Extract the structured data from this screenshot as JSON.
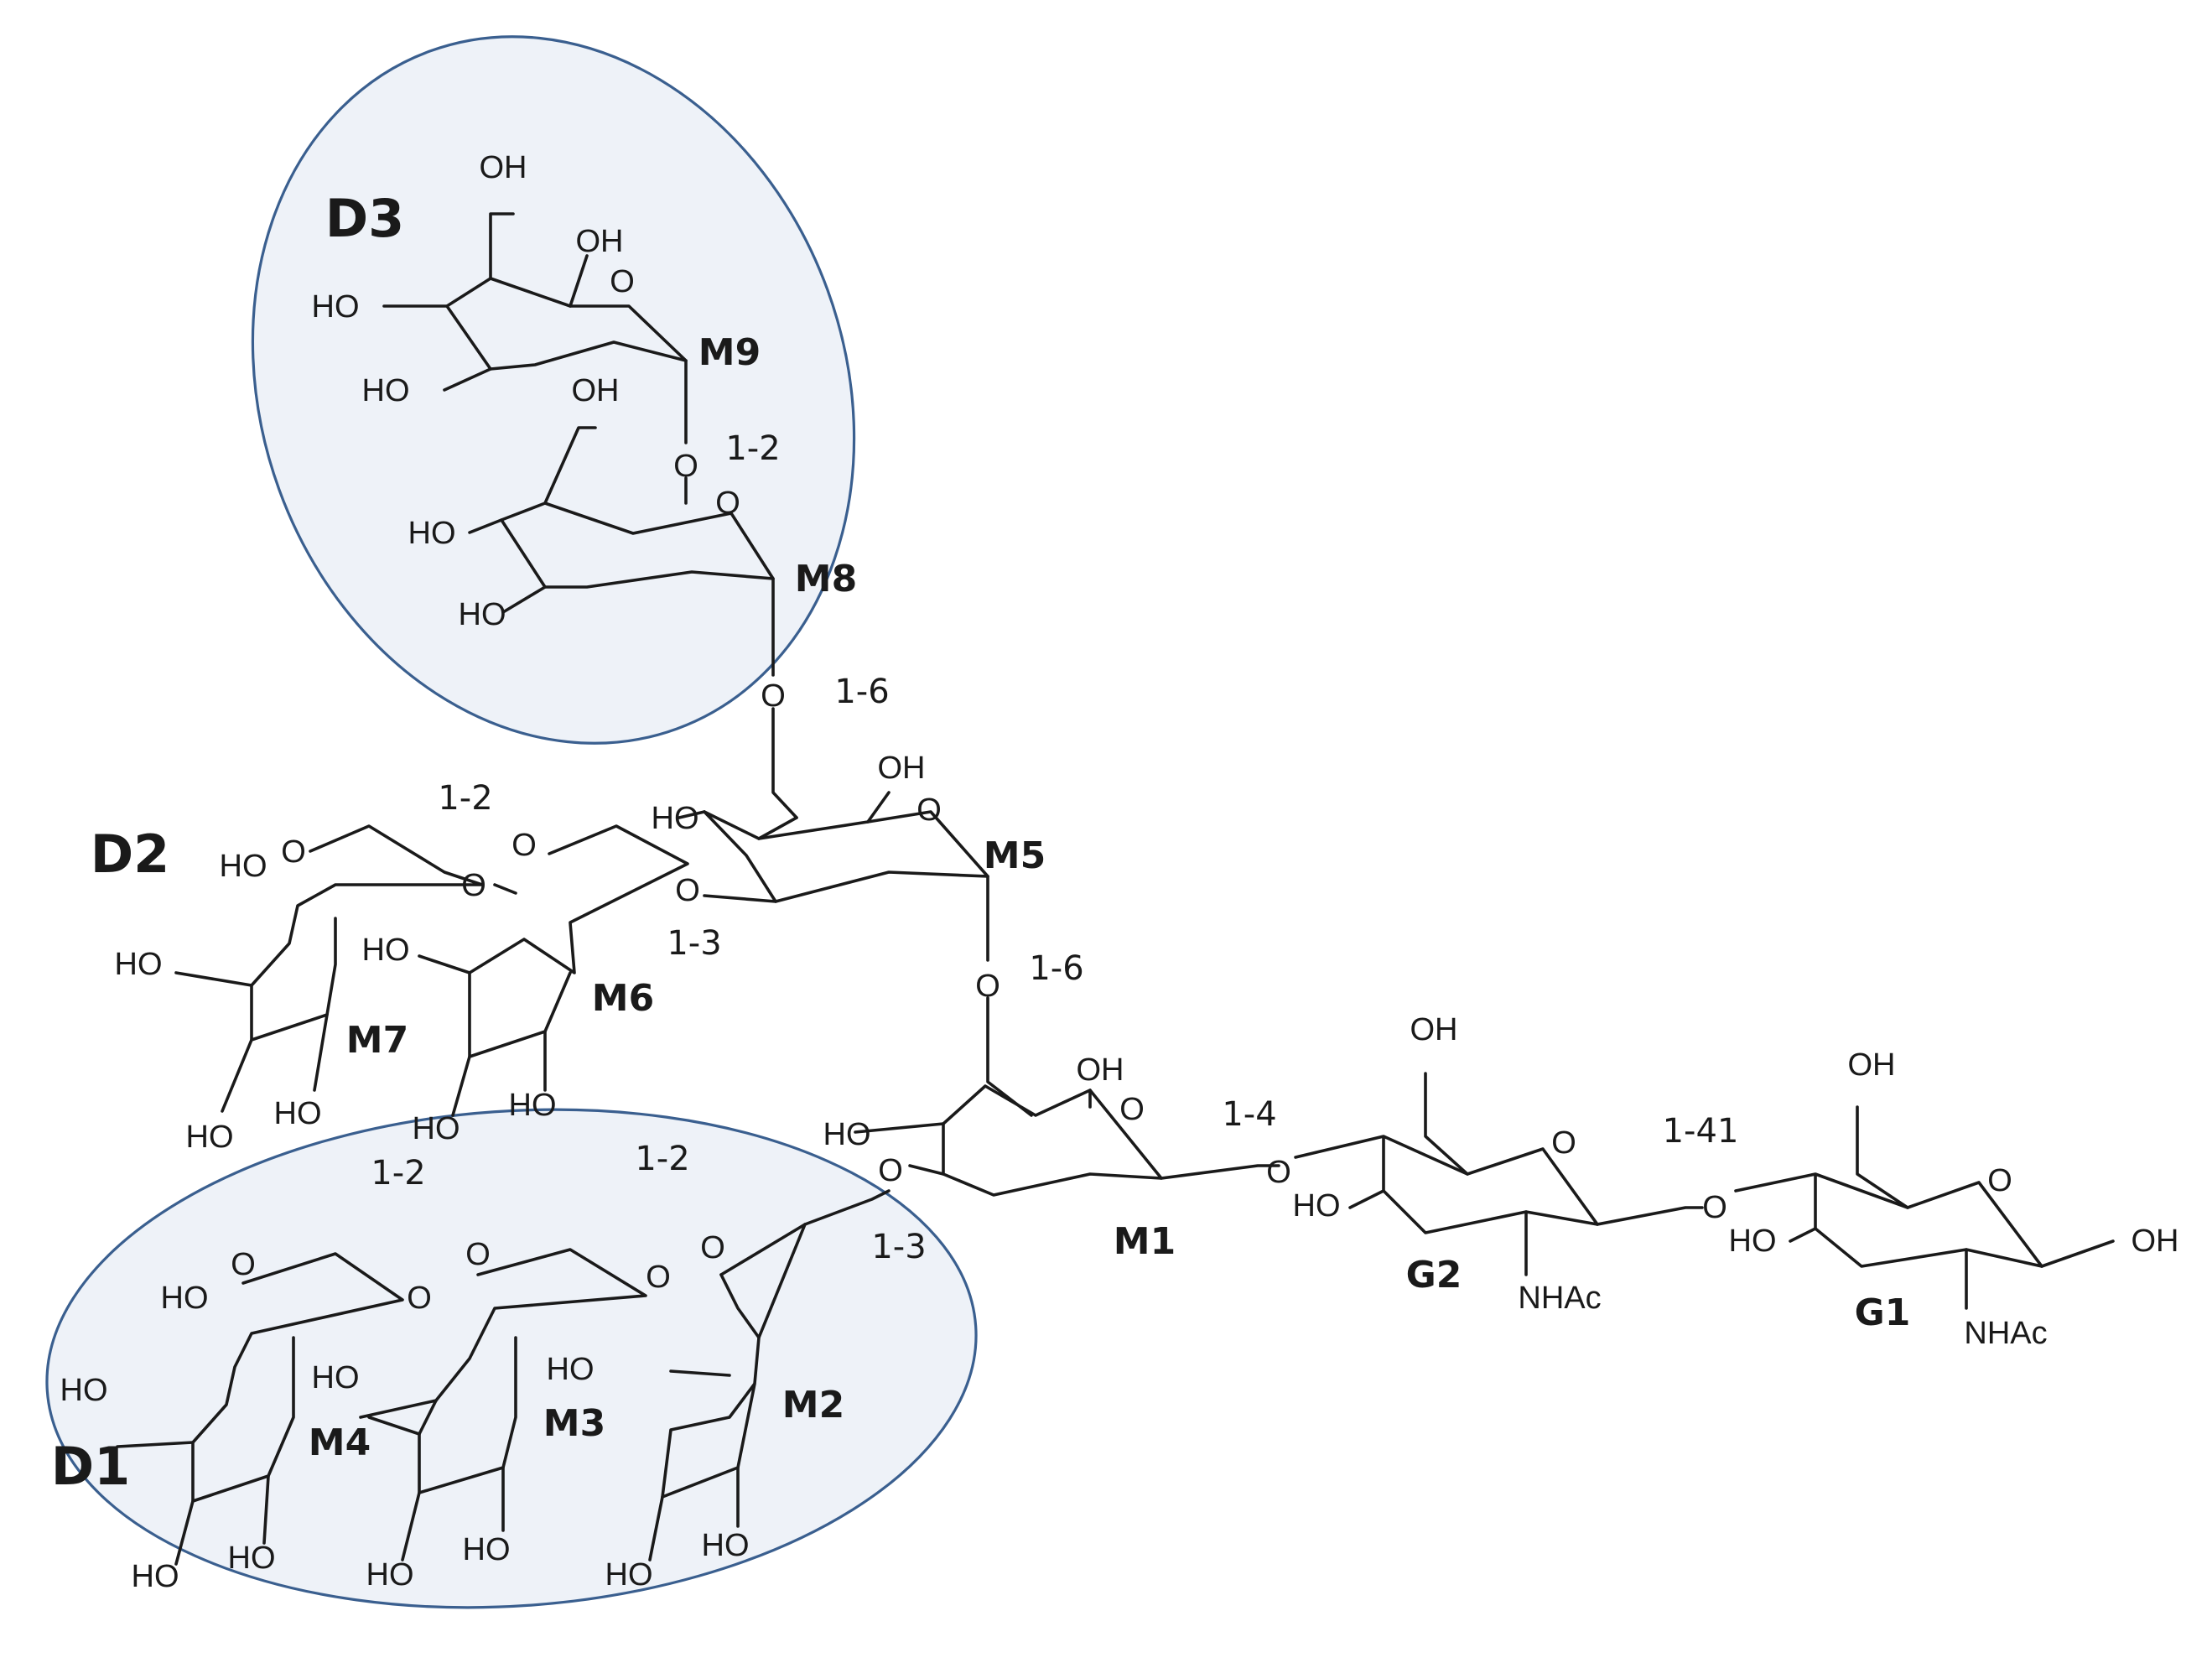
{
  "domains": {
    "d1": "D1",
    "d2": "D2",
    "d3": "D3"
  },
  "units": {
    "m1": "M1",
    "m2": "M2",
    "m3": "M3",
    "m4": "M4",
    "m5": "M5",
    "m6": "M6",
    "m7": "M7",
    "m8": "M8",
    "m9": "M9",
    "g1": "G1",
    "g2": "G2"
  },
  "linkages": {
    "m9_m8": "1-2",
    "m8_m5": "1-6",
    "m5_m1": "1-6",
    "m7_m6": "1-2",
    "m6_m5": "1-3",
    "m1_g2": "1-4",
    "g2_g1": "1-41",
    "m4_m3": "1-2",
    "m3_m2": "1-2",
    "m2_m1": "1-3"
  },
  "groups": {
    "hydroxyl": "OH",
    "hydroxyl_left": "HO",
    "oxygen": "O",
    "acetamido": "NHAc"
  },
  "colors": {
    "region_stroke": "#3a5f8f",
    "region_fill": "#eef2f8",
    "ink": "#1a1a1a"
  }
}
